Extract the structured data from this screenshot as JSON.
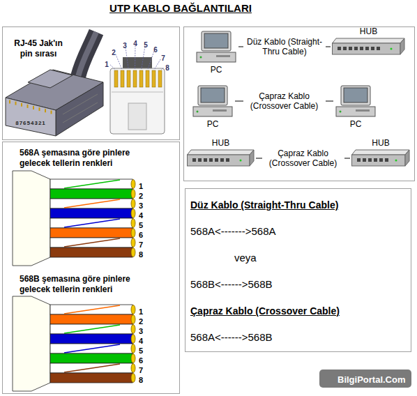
{
  "diagram": {
    "title": "UTP KABLO BAĞLANTILARI",
    "nodes": [
      {
        "text": [
          "RJ-45 Jak'ın pin sırası"
        ]
      },
      {
        "text": [
          "PC"
        ]
      },
      {
        "text": [
          "HUB"
        ]
      },
      {
        "text": [
          "PC"
        ]
      },
      {
        "text": [
          "PC"
        ]
      },
      {
        "text": [
          "HUB"
        ]
      },
      {
        "text": [
          "HUB"
        ]
      },
      {
        "text": [
          "568A şemasına göre pinlere gelecek tellerin renkleri",
          "568B şemasına göre pinlere gelecek tellerin renkleri"
        ]
      },
      {
        "text": [
          "Düz Kablo (Straight-Thru Cable)",
          "568A<------->568A",
          "veya",
          "568B<------>568B",
          "Çapraz Kablo (Crossover Cable)",
          "568A<------>568B"
        ]
      }
    ],
    "edges": [
      {
        "from": 1,
        "to": 2,
        "arrow": "none",
        "label": "Düz Kablo (Straight-Thru Cable)"
      },
      {
        "from": 3,
        "to": 4,
        "arrow": "none",
        "label": "Çapraz Kablo (Crossover Cable)"
      },
      {
        "from": 5,
        "to": 6,
        "arrow": "none",
        "label": "Çapraz Kablo (Crossover Cable)"
      }
    ],
    "labels": [
      "1",
      "2",
      "3",
      "4",
      "5",
      "6",
      "7",
      "8",
      "87654321",
      "1",
      "2",
      "3",
      "4",
      "5",
      "6",
      "7",
      "8",
      "1",
      "2",
      "3",
      "4",
      "5",
      "6",
      "7",
      "8",
      "BilgiPortal.Com"
    ]
  }
}
